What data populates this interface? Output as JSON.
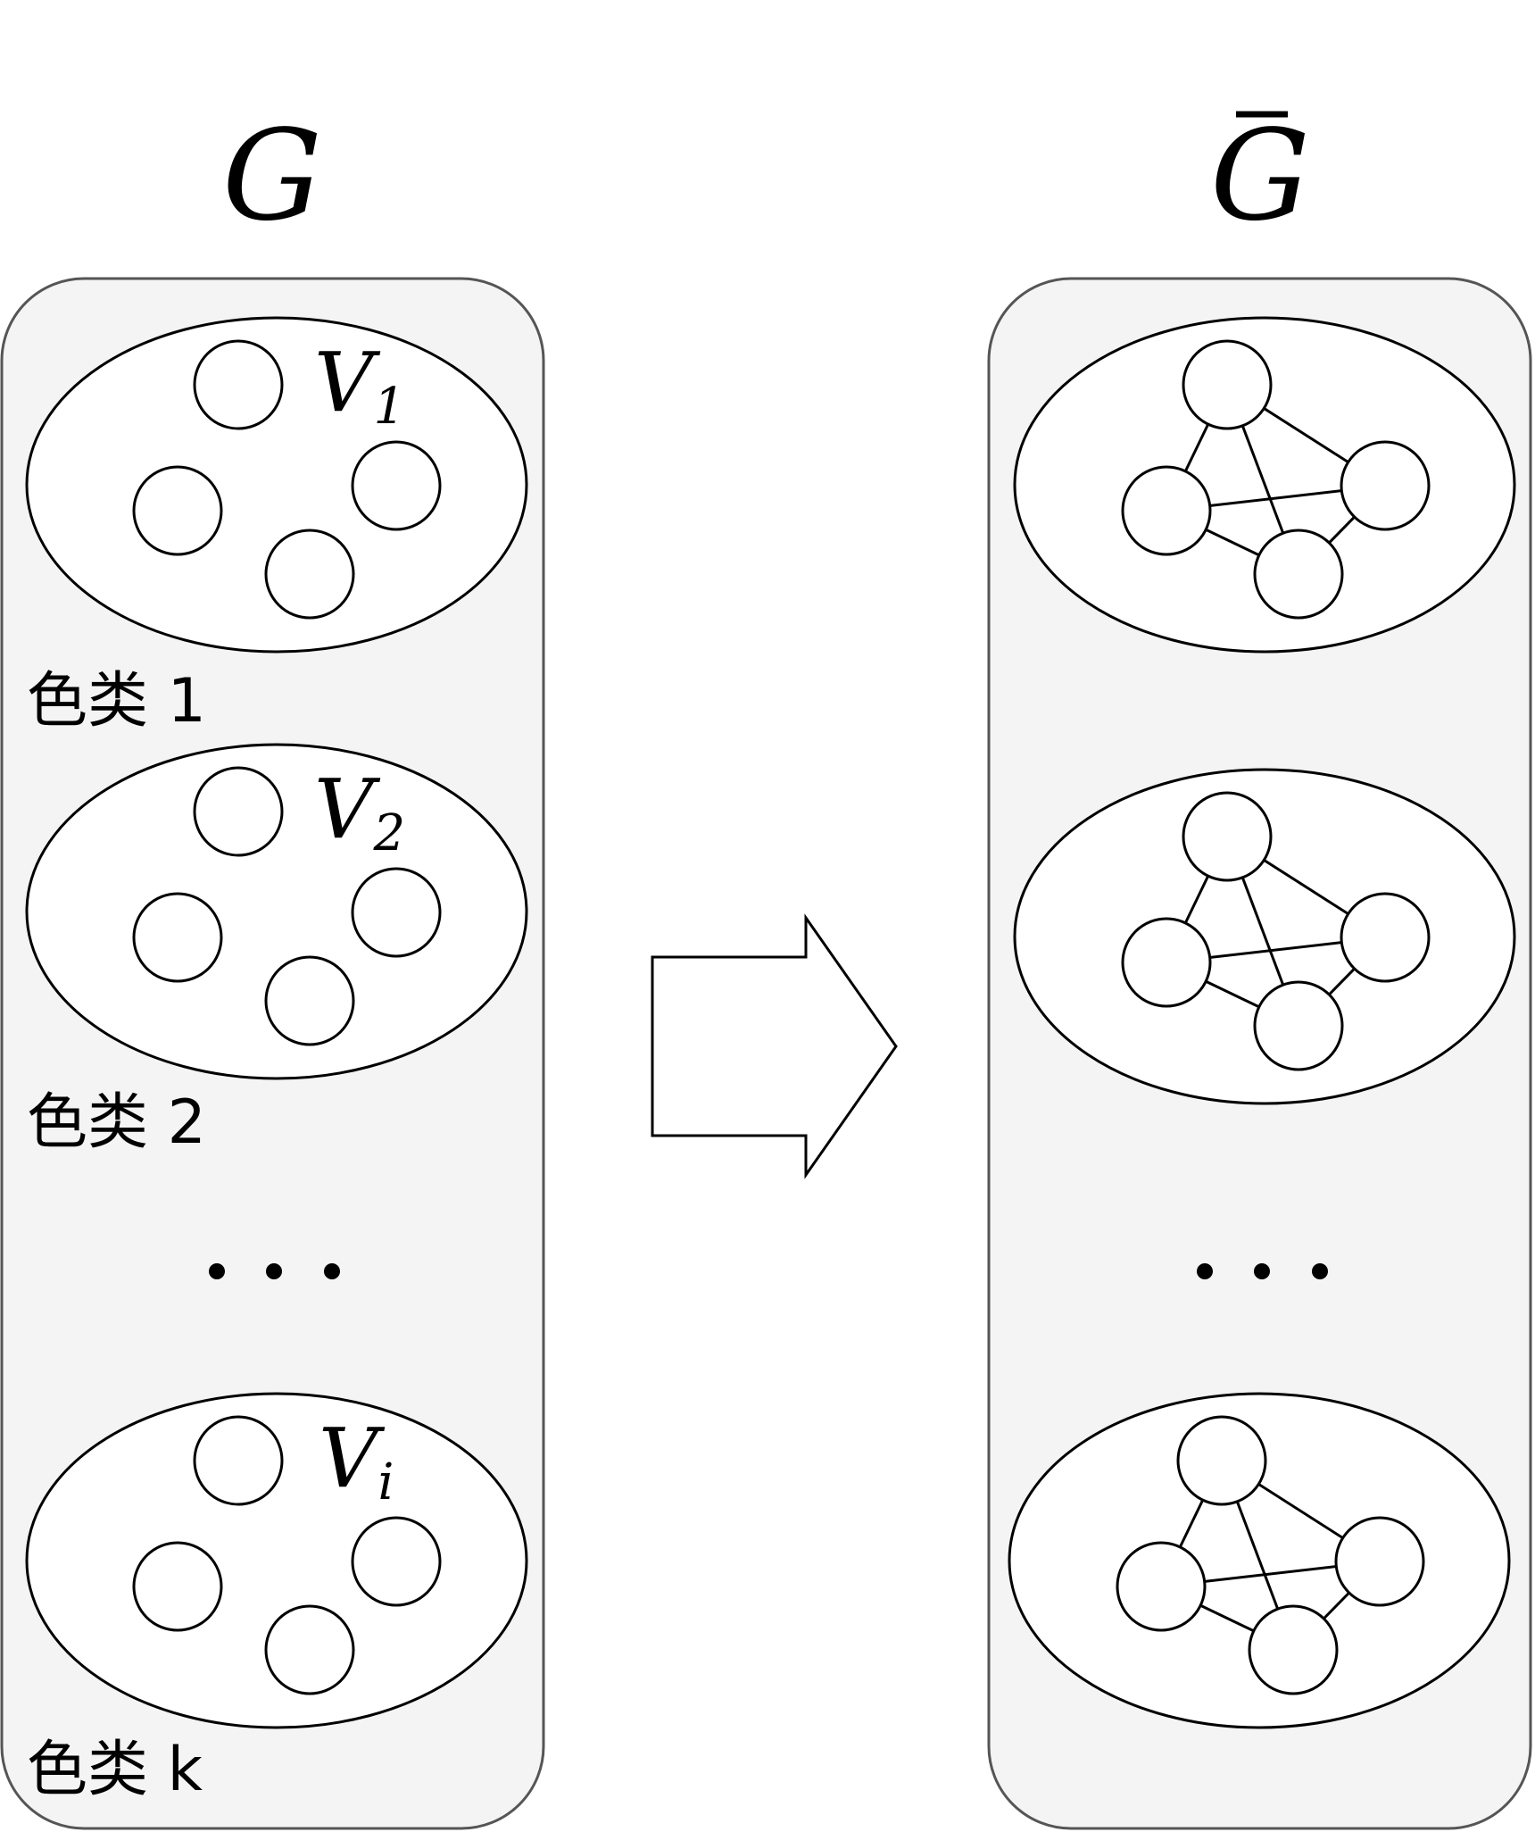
{
  "left_graph": {
    "title": "G",
    "classes": [
      {
        "vertex_set": "V",
        "subscript": "1",
        "label": "色类 1"
      },
      {
        "vertex_set": "V",
        "subscript": "2",
        "label": "色类 2"
      },
      {
        "vertex_set": "V",
        "subscript": "i",
        "label": "色类 k"
      }
    ]
  },
  "right_graph": {
    "title": "G",
    "title_accent": "bar"
  },
  "ellipsis": "• • •"
}
